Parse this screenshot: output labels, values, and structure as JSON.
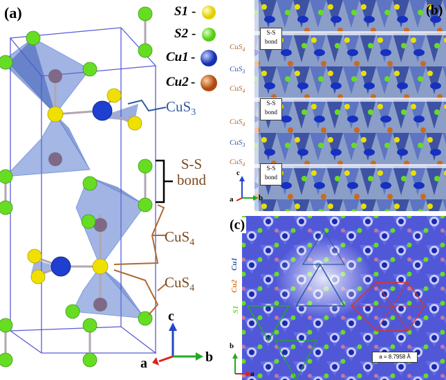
{
  "panel_a": {
    "label": "(a)",
    "legend": [
      {
        "name": "S1",
        "color": "#f0e000"
      },
      {
        "name": "S2",
        "color": "#66dd22"
      },
      {
        "name": "Cu1",
        "color": "#1f3fd0"
      },
      {
        "name": "Cu2",
        "color": "#c05a18"
      }
    ],
    "legend_dash": "-",
    "annotations": {
      "cus3": "CuS",
      "cus3_sub": "3",
      "ss_bond_line1": "S-S",
      "ss_bond_line2": "bond",
      "cus4_a": "CuS",
      "cus4_a_sub": "4",
      "cus4_b": "CuS",
      "cus4_b_sub": "4"
    },
    "axes": {
      "c": "c",
      "a": "a",
      "b": "b"
    },
    "colors": {
      "cus3": "#2f5aa0",
      "ss_bond": "#000000",
      "cus4": "#b06a30"
    }
  },
  "panel_b": {
    "label": "(b)",
    "side_labels": [
      {
        "text": "CuS",
        "sub": "4",
        "color": "#b06a30"
      },
      {
        "text": "CuS",
        "sub": "3",
        "color": "#2f5aa0"
      },
      {
        "text": "CuS",
        "sub": "4",
        "color": "#b06a30"
      },
      {
        "text": "CuS",
        "sub": "4",
        "color": "#b06a30"
      },
      {
        "text": "CuS",
        "sub": "3",
        "color": "#2f5aa0"
      },
      {
        "text": "CuS",
        "sub": "4",
        "color": "#b06a30"
      }
    ],
    "bond_boxes": [
      {
        "line1": "S-S",
        "line2": "bond"
      },
      {
        "line1": "S-S",
        "line2": "bond"
      },
      {
        "line1": "S-S",
        "line2": "bond"
      }
    ],
    "axes": {
      "c": "c",
      "a": "a",
      "b": "b"
    }
  },
  "panel_c": {
    "label": "(c)",
    "side_labels": [
      {
        "text": "Cu1",
        "color": "#2f5aa0"
      },
      {
        "text": "Cu2",
        "color": "#e07820"
      },
      {
        "text": "S1",
        "color": "#66dd22"
      }
    ],
    "measure": "a = 8.7958 Å",
    "axes": {
      "b": "b",
      "a": "a"
    }
  }
}
